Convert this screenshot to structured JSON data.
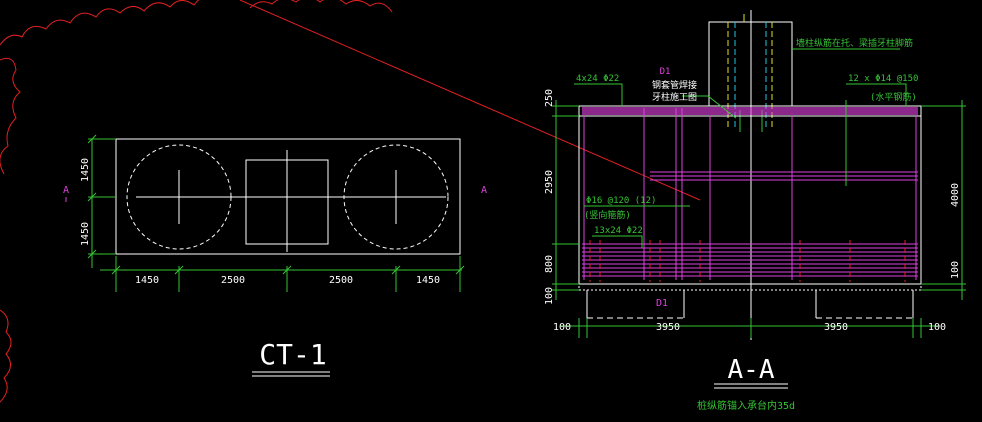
{
  "colors": {
    "background": "#000000",
    "white": "#ffffff",
    "green": "#35c435",
    "magenta": "#e040e0",
    "red": "#e02020",
    "yellow": "#e0e020",
    "cyan": "#20c8e0"
  },
  "plan": {
    "title": "CT-1",
    "section_mark_left": "A",
    "section_mark_right": "A",
    "dims_bottom": [
      "1450",
      "2500",
      "2500",
      "1450"
    ],
    "dims_left": [
      "1450",
      "1450"
    ]
  },
  "section": {
    "title": "A-A",
    "caption": "桩纵筋锚入承台内35d",
    "note_top": "墙柱纵筋在托、梁插牙柱脚筋",
    "label_top_bar": "4x24 Φ22",
    "label_sleeve_line1": "钢套管焊接",
    "label_sleeve_line2": "牙柱施工图",
    "label_d1_top": "D1",
    "label_horizontal": "12 x Φ14 @150",
    "label_horizontal_sub": "(水平钢筋)",
    "label_vertical": "Φ16 @120 (12)",
    "label_vertical_sub": "(竖向箍筋)",
    "label_bottom_bar": "13x24 Φ22",
    "label_d1_bottom": "D1",
    "dims_left": [
      "250",
      "2950",
      "800",
      "100"
    ],
    "dims_right": [
      "4000",
      "100"
    ],
    "dims_bottom": [
      "100",
      "3950",
      "3950",
      "100"
    ]
  }
}
